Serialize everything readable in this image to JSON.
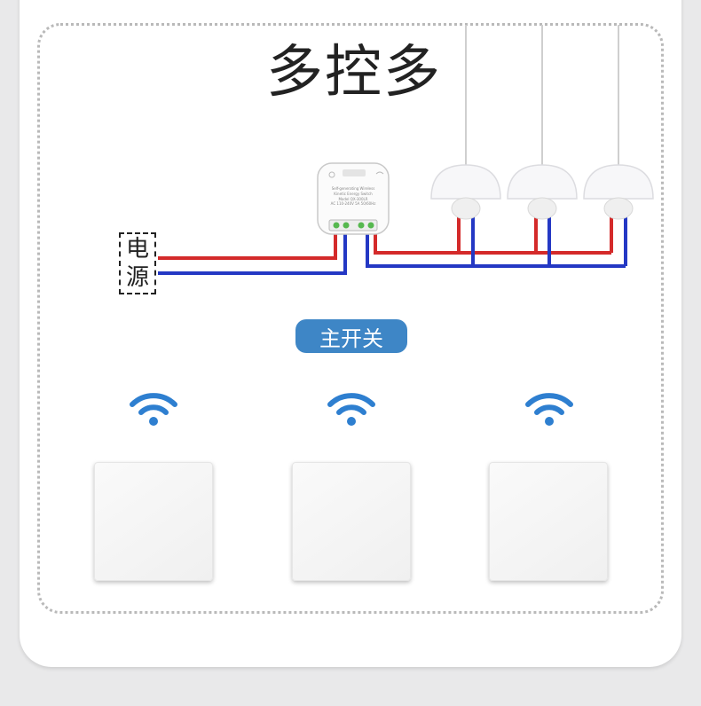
{
  "title": "多控多",
  "power_label": [
    "电",
    "源"
  ],
  "main_switch_label": "主开关",
  "module": {
    "lines": [
      "Self-generating Wireless",
      "Kinetic Energy Switch",
      "Model QX-300LR",
      "AC 110-240V 5A 50/60Hz"
    ]
  },
  "colors": {
    "live_wire": "#d42a2a",
    "neutral_wire": "#2438c4",
    "badge": "#3e86c6",
    "wifi_icon": "#2e7fd0"
  },
  "lamps_count": 3,
  "wireless_switches_count": 3
}
